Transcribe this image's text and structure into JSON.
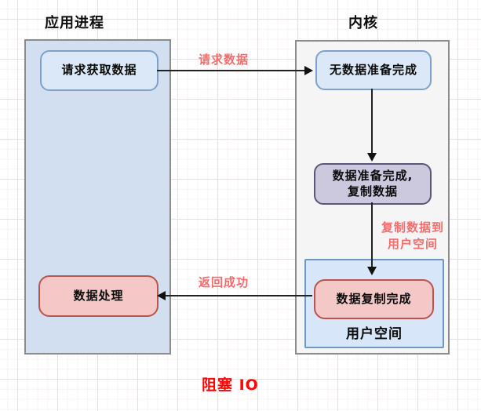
{
  "titles": {
    "app": "应用进程",
    "kernel": "内核"
  },
  "nodes": {
    "request": "请求获取数据",
    "no_data_ready": "无数据准备完成",
    "data_ready_l1": "数据准备完成,",
    "data_ready_l2": "复制数据",
    "data_copied": "数据复制完成",
    "user_space": "用户空间",
    "process": "数据处理"
  },
  "edge_labels": {
    "request": "请求数据",
    "copy_l1": "复制数据到",
    "copy_l2": "用户空间",
    "return_ok": "返回成功"
  },
  "caption": "阻塞 IO",
  "colors": {
    "node_blue_fill": "#dbe8f8",
    "node_blue_border": "#7fa1c9",
    "node_purple_fill": "#ccc9df",
    "node_purple_border": "#5c5776",
    "node_pink_fill": "#f5c8c8",
    "node_pink_border": "#b9544e",
    "left_container_fill": "#d2dff0",
    "right_container_fill": "#f5f5f5",
    "user_space_fill": "#d7e6f8",
    "container_border": "#8c8c8c",
    "edge_label_red": "#f56c6c",
    "caption_red": "#fd0303",
    "arrow": "#111111"
  }
}
